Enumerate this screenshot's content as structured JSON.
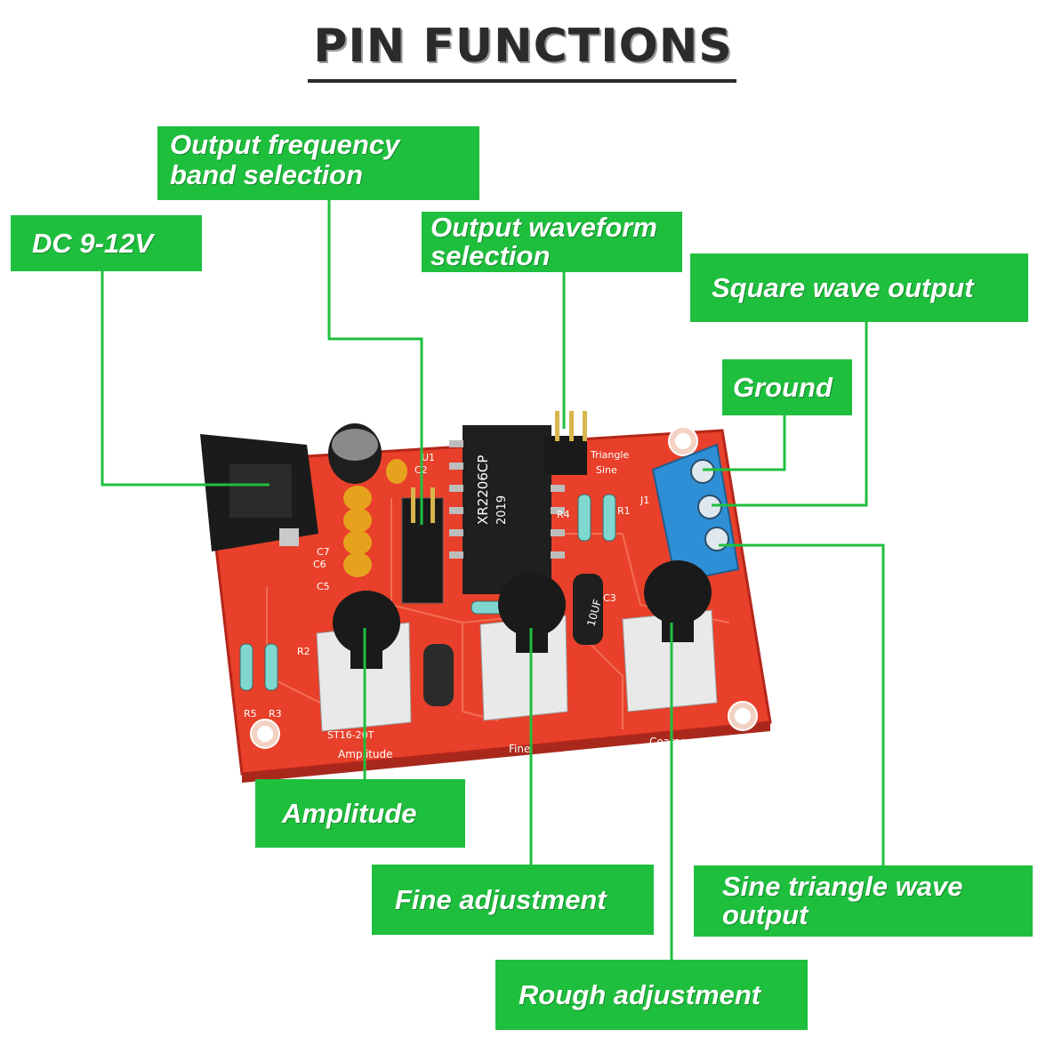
{
  "title": "PIN FUNCTIONS",
  "labels": {
    "dc": "DC 9-12V",
    "freq_band": "Output frequency\nband selection",
    "waveform": "Output waveform\nselection",
    "square": "Square wave output",
    "ground": "Ground",
    "amplitude": "Amplitude",
    "fine": "Fine adjustment",
    "sine_triangle": "Sine triangle wave\noutput",
    "rough": "Rough adjustment"
  },
  "board_silkscreen": {
    "chip": "XR2206CP",
    "chip_code": "2019",
    "header_triangle": "Triangle",
    "header_sine": "Sine",
    "pot_amplitude": "Amplitude",
    "pot_fine": "Fine",
    "pot_coarse": "Coarse",
    "pot_part": "ST16-20T",
    "cap_c3": "10UF",
    "refs": [
      "C2",
      "C7",
      "C6",
      "C5",
      "R4",
      "R1",
      "C3",
      "R2",
      "R5",
      "R3",
      "U1",
      "J1"
    ]
  },
  "colors": {
    "label_bg": "#1fbf3e",
    "label_text": "#ffffff",
    "pcb": "#e8402a",
    "terminal": "#2f8fd6"
  }
}
